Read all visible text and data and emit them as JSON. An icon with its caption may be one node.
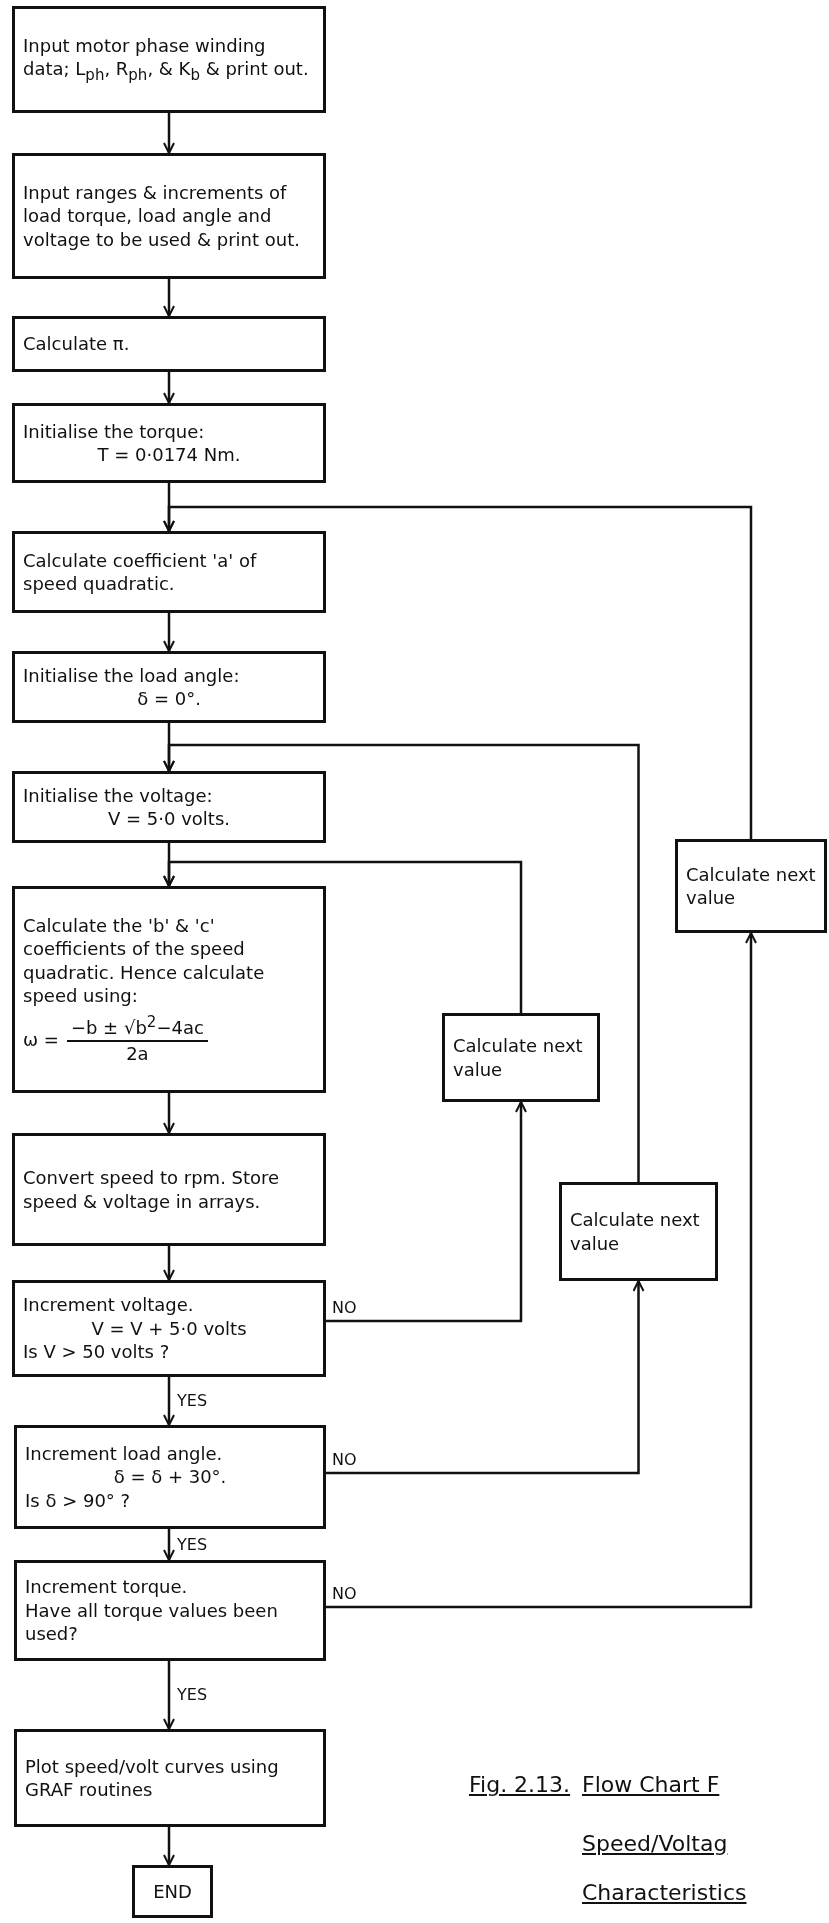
{
  "diagram": {
    "nodes": [
      {
        "text": [
          "Input motor phase winding data; L$_{ph}$, R$_{ph}$, & K$_{b}$ & print out."
        ]
      },
      {
        "text": [
          "Input ranges & increments of load torque, load angle and voltage to be used & print out."
        ]
      },
      {
        "text": [
          "Calculate π."
        ]
      },
      {
        "text": [
          "Initialise the torque:",
          "T = 0·0174 Nm."
        ]
      },
      {
        "text": [
          "Calculate coefficient 'a' of speed quadratic."
        ]
      },
      {
        "text": [
          "Initialise the load angle:",
          "δ = 0°."
        ]
      },
      {
        "text": [
          "Initialise the voltage:",
          "V = 5·0 volts."
        ]
      },
      {
        "text": [
          "Calculate the 'b' & 'c' coefficients of the speed quadratic. Hence calculate speed using:",
          "ω =",
          "−b ± √b$^{2}$−4ac",
          "2a"
        ]
      },
      {
        "text": [
          "Convert speed to rpm. Store speed & voltage in arrays."
        ]
      },
      {
        "text": [
          "Increment voltage.",
          "V = V + 5·0 volts",
          "Is V > 50 volts ?"
        ]
      },
      {
        "text": [
          "Increment load angle.",
          "δ = δ + 30°.",
          "Is δ > 90° ?"
        ]
      },
      {
        "text": [
          "Increment torque.",
          "Have all torque values been used?"
        ]
      },
      {
        "text": [
          "Plot speed/volt curves using GRAF routines"
        ]
      },
      {
        "text": [
          "END"
        ]
      },
      {
        "text": [
          "Calculate next value"
        ]
      },
      {
        "text": [
          "Calculate next value"
        ]
      },
      {
        "text": [
          "Calculate next value"
        ]
      }
    ],
    "edges": [
      {
        "from": 0,
        "to": 1,
        "arrow": "to"
      },
      {
        "from": 1,
        "to": 2,
        "arrow": "to"
      },
      {
        "from": 2,
        "to": 3,
        "arrow": "to"
      },
      {
        "from": 3,
        "to": 4,
        "arrow": "to"
      },
      {
        "from": 4,
        "to": 5,
        "arrow": "to"
      },
      {
        "from": 5,
        "to": 6,
        "arrow": "to"
      },
      {
        "from": 6,
        "to": 7,
        "arrow": "to"
      },
      {
        "from": 7,
        "to": 8,
        "arrow": "to"
      },
      {
        "from": 8,
        "to": 9,
        "arrow": "to"
      },
      {
        "from": 9,
        "to": 10,
        "arrow": "to",
        "label": "YES"
      },
      {
        "from": 10,
        "to": 11,
        "arrow": "to",
        "label": "YES"
      },
      {
        "from": 11,
        "to": 12,
        "arrow": "to",
        "label": "YES"
      },
      {
        "from": 12,
        "to": 13,
        "arrow": "to"
      },
      {
        "from": 9,
        "to": 15,
        "arrow": "to",
        "label": "NO"
      },
      {
        "from": 15,
        "to": 7,
        "arrow": "to"
      },
      {
        "from": 10,
        "to": 16,
        "arrow": "to",
        "label": "NO"
      },
      {
        "from": 16,
        "to": 6,
        "arrow": "to"
      },
      {
        "from": 11,
        "to": 14,
        "arrow": "to",
        "label": "NO"
      },
      {
        "from": 14,
        "to": 4,
        "arrow": "to"
      }
    ],
    "labels": [
      "Fig. 2.13.",
      "Flow Chart F",
      "Speed/Voltag",
      "Characteristics"
    ]
  }
}
